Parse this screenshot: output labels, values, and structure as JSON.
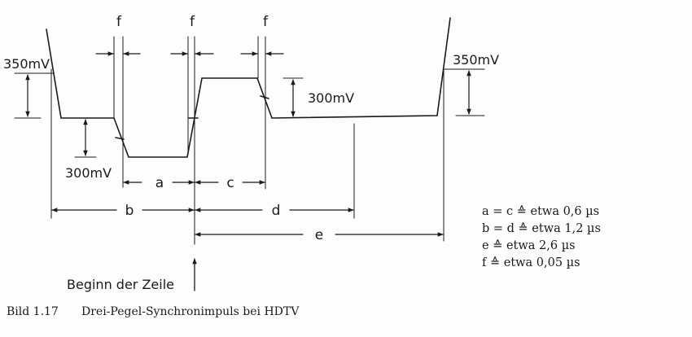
{
  "diagram": {
    "labels": {
      "f1": "f",
      "f2": "f",
      "f3": "f",
      "a": "a",
      "b": "b",
      "c": "c",
      "d": "d",
      "e": "e",
      "level_left_top": "350mV",
      "level_left_bottom": "300mV",
      "level_mid": "300mV",
      "level_right": "350mV"
    },
    "start_label": "Beginn der Zeile",
    "legend": [
      "a = c ≙ etwa 0,6 µs",
      "b = d ≙ etwa 1,2 µs",
      "e ≙ etwa 2,6 µs",
      "f ≙ etwa 0,05 µs"
    ],
    "caption": {
      "number": "Bild 1.17",
      "title": "Drei-Pegel-Synchronimpuls bei HDTV"
    }
  }
}
